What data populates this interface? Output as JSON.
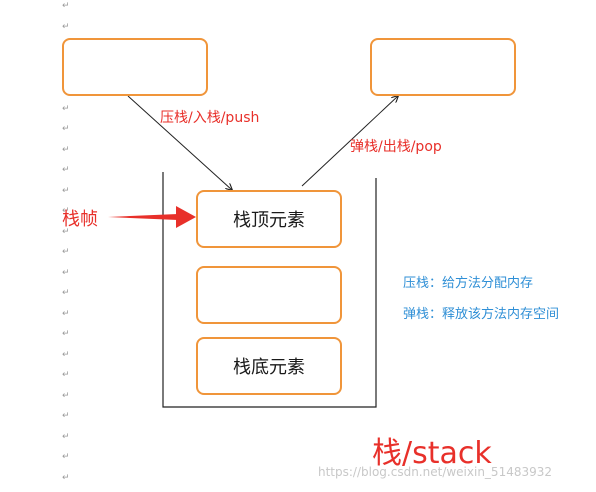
{
  "diagram": {
    "nodes": {
      "top_left_box": "",
      "top_right_box": "",
      "stack_top": "栈顶元素",
      "stack_middle": "",
      "stack_bottom": "栈底元素"
    },
    "edges": {
      "push_label": "压栈/入栈/push",
      "pop_label": "弹栈/出栈/pop"
    },
    "stack_frame_label": "栈帧",
    "notes": {
      "push_note": "压栈：给方法分配内存",
      "pop_note": "弹栈：释放该方法内存空间"
    },
    "title": "栈/stack",
    "watermark": "https://blog.csdn.net/weixin_51483932",
    "colors": {
      "box_border": "#f0953a",
      "red_text": "#e8302a",
      "blue_text": "#2f8fd6",
      "arrow": "#222222"
    },
    "paragraph_mark": "↵"
  }
}
